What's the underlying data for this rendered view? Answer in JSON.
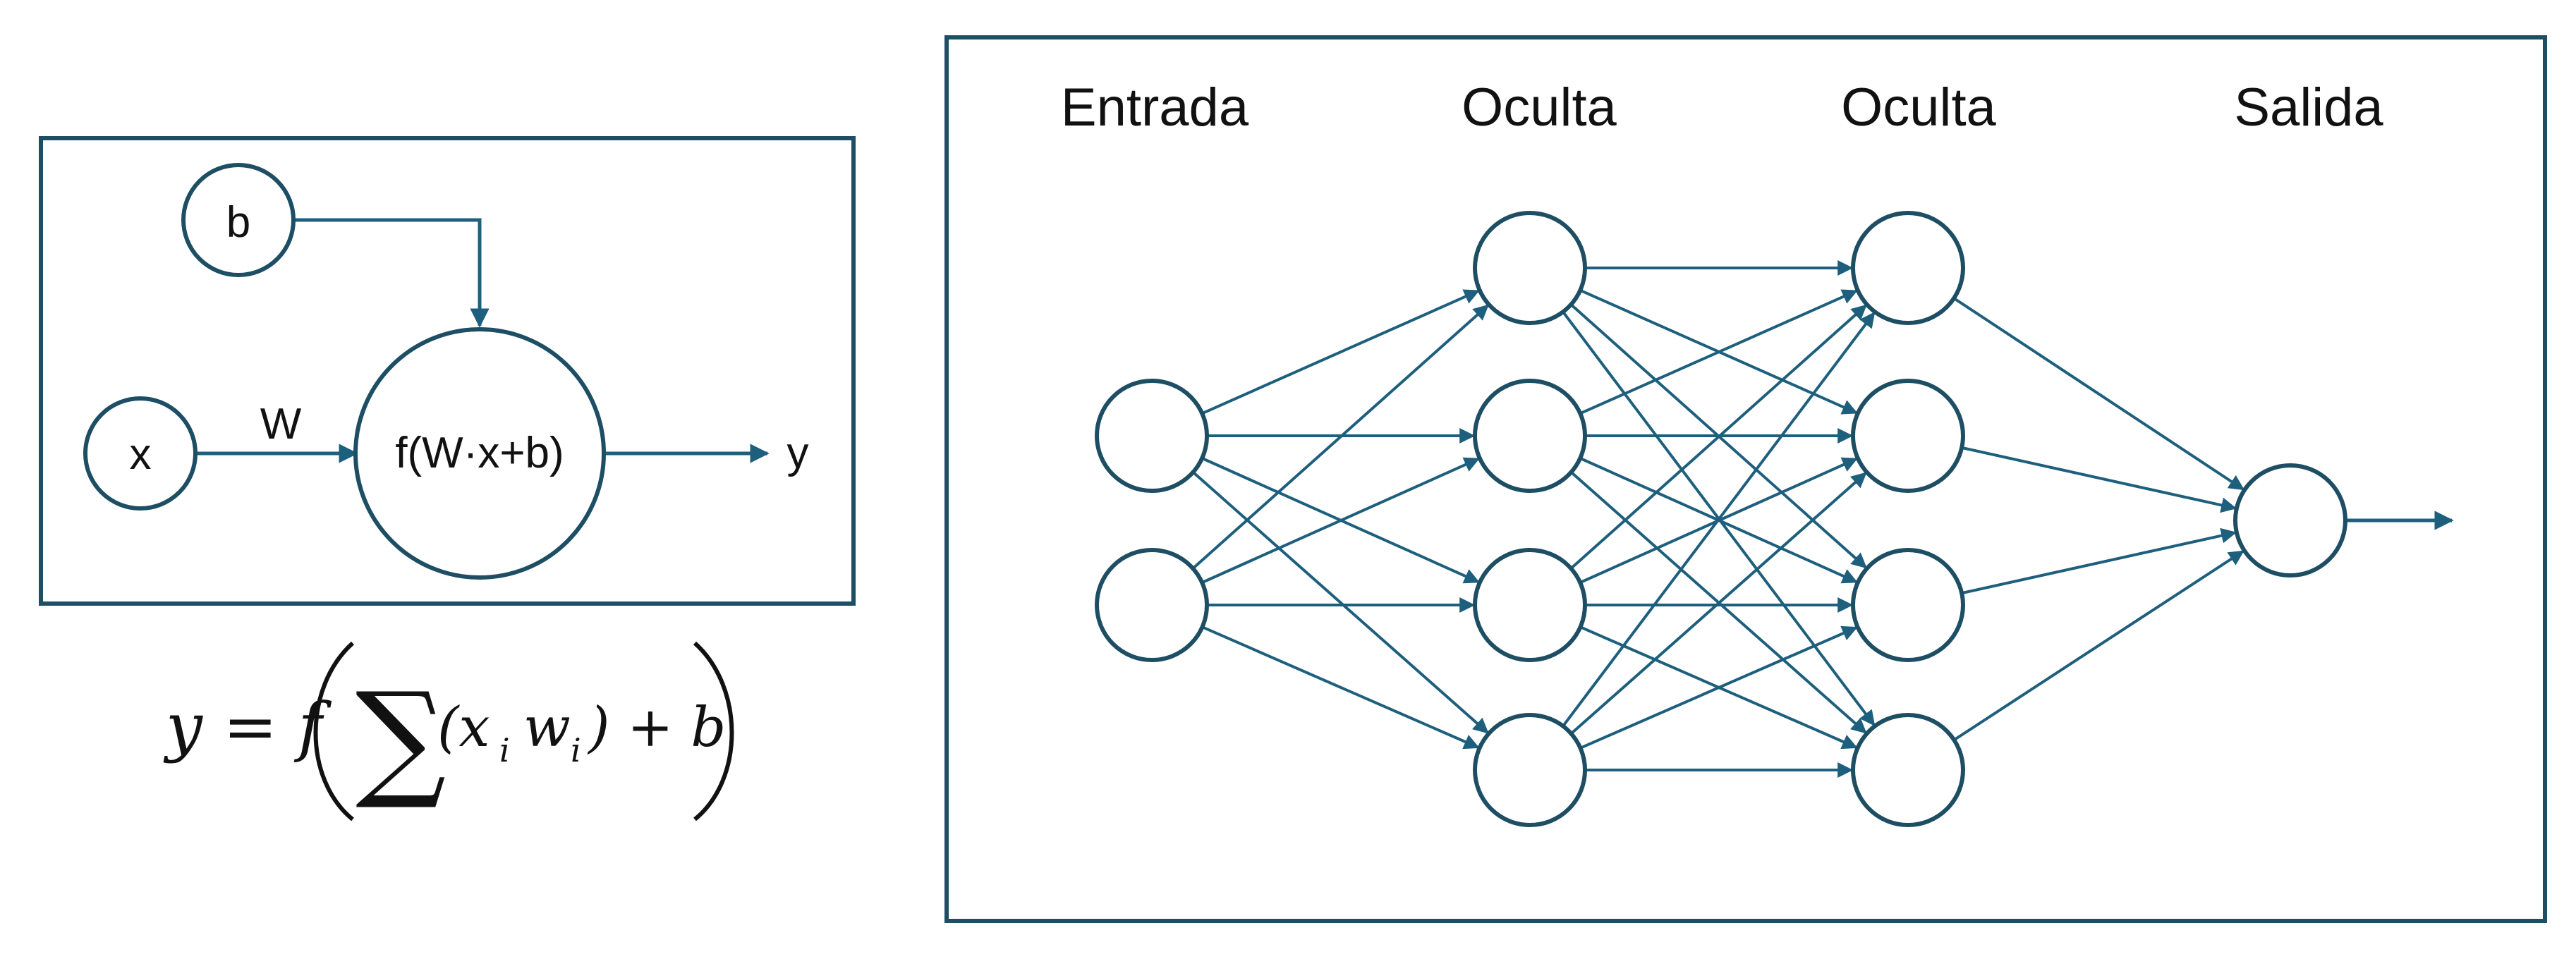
{
  "single_neuron": {
    "bias_label": "b",
    "input_label": "x",
    "weight_label": "W",
    "function_label": "f(W·x+b)",
    "output_label": "y"
  },
  "formula": {
    "lhs": "y = f",
    "sum_symbol": "∑",
    "inner": "(x",
    "sub_i_1": "i",
    "w": "w",
    "sub_i_2": "i",
    "tail": ") + b"
  },
  "network": {
    "layers": [
      {
        "label": "Entrada",
        "nodes": 2
      },
      {
        "label": "Oculta",
        "nodes": 4
      },
      {
        "label": "Oculta",
        "nodes": 4
      },
      {
        "label": "Salida",
        "nodes": 1
      }
    ]
  },
  "colors": {
    "line": "#1d5f7d",
    "border": "#1d4e63",
    "text": "#111111"
  }
}
